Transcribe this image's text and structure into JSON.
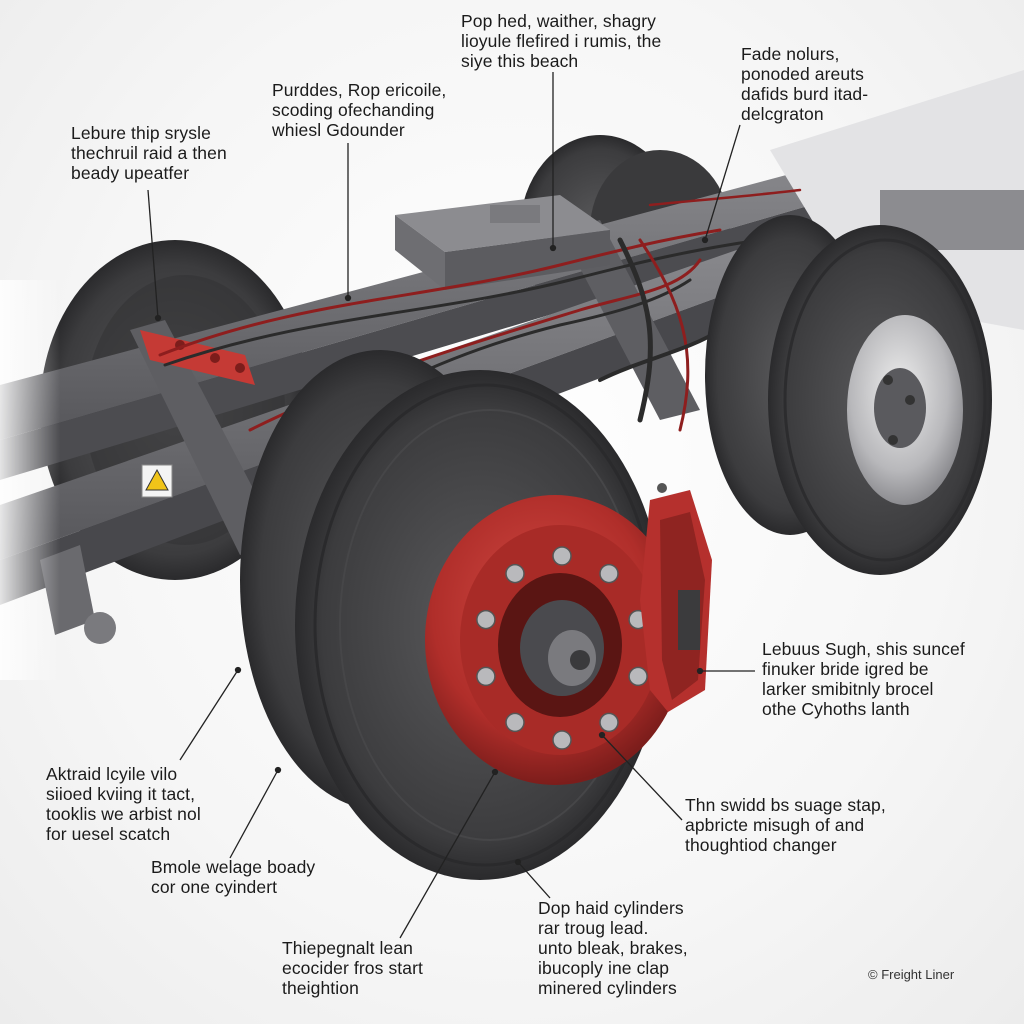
{
  "callouts": {
    "top_center": "Pop hed, waither, shagry\nlioyule flefired i rumis, the\nsiye this beach",
    "top_right": "Fade nolurs,\nponoded areuts\ndafids burd itad-\ndelcgraton",
    "upper_middle": "Purddes, Rop ericoile,\nscoding ofechanding\nwhiesl Gdounder",
    "upper_left": "Lebure thip srysle\nthechruil raid a then\nbeady upeatfer",
    "right_middle": "Lebuus Sugh, shis suncef\nfinuker bride igred be\nlarker smibitnly brocel\nothe Cyhoths lanth",
    "lower_left": "Aktraid lcyile vilo\nsiioed kviing it tact,\ntooklis we arbist nol\nfor uesel scatch",
    "lower_right": "Thn swidd bs suage stap,\napbricte misugh of and\nthoughtiod changer",
    "bottom_left": "Bmole welage boady\ncor one cyindert",
    "bottom_center_left": "Thiepegnalt lean\necocider fros start\ntheightion",
    "bottom_center_right": "Dop haid cylinders\nrar troug lead.\nunto bleak, brakes,\nibucoply ine clap\nminered cylinders"
  },
  "credit": "© Freight Liner",
  "colors": {
    "frame": "#6e6e72",
    "frame_dark": "#4a4a4e",
    "tire": "#3b3b3d",
    "tire_tread": "#2a2a2c",
    "brake_red": "#b5302d",
    "brake_dark": "#7a1c1a",
    "hub": "#9c9c9f",
    "wire_red": "#8e1e1e",
    "wire_black": "#2b2b2b",
    "leader": "#222222"
  }
}
